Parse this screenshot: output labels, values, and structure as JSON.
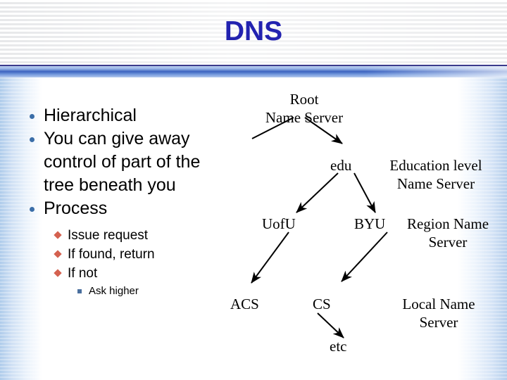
{
  "slide": {
    "title": "DNS",
    "title_color": "#2222b0"
  },
  "bullets": {
    "level1": [
      {
        "text": "Hierarchical"
      },
      {
        "text": "You can give away control of part of the tree beneath you"
      },
      {
        "text": "Process"
      }
    ],
    "level2": [
      {
        "text": "Issue request"
      },
      {
        "text": "If found, return"
      },
      {
        "text": "If not"
      }
    ],
    "level3": [
      {
        "text": "Ask higher"
      }
    ],
    "marker_colors": {
      "level1": "#3b6ea8",
      "level2": "#d4614f",
      "level3": "#4a6f9e"
    }
  },
  "diagram": {
    "type": "tree",
    "nodes": [
      {
        "id": "root",
        "label_line1": "Root",
        "label_line2": "Name Server"
      },
      {
        "id": "edu",
        "label": "edu"
      },
      {
        "id": "uofu",
        "label": "UofU"
      },
      {
        "id": "byu",
        "label": "BYU"
      },
      {
        "id": "acs",
        "label": "ACS"
      },
      {
        "id": "cs",
        "label": "CS"
      },
      {
        "id": "etc",
        "label": "etc"
      }
    ],
    "annotations": [
      {
        "id": "education-level",
        "line1": "Education level",
        "line2": "Name Server"
      },
      {
        "id": "region-name",
        "line1": "Region Name",
        "line2": "Server"
      },
      {
        "id": "local-name",
        "line1": "Local Name",
        "line2": "Server"
      }
    ],
    "edges": [
      {
        "from": "root",
        "to": "left-unlabeled",
        "arrow": false
      },
      {
        "from": "root",
        "to": "edu",
        "arrow": true
      },
      {
        "from": "edu",
        "to": "uofu",
        "arrow": true
      },
      {
        "from": "edu",
        "to": "byu",
        "arrow": true
      },
      {
        "from": "uofu",
        "to": "acs",
        "arrow": true
      },
      {
        "from": "byu",
        "to": "cs",
        "arrow": true
      },
      {
        "from": "cs",
        "to": "etc",
        "arrow": true
      }
    ]
  }
}
